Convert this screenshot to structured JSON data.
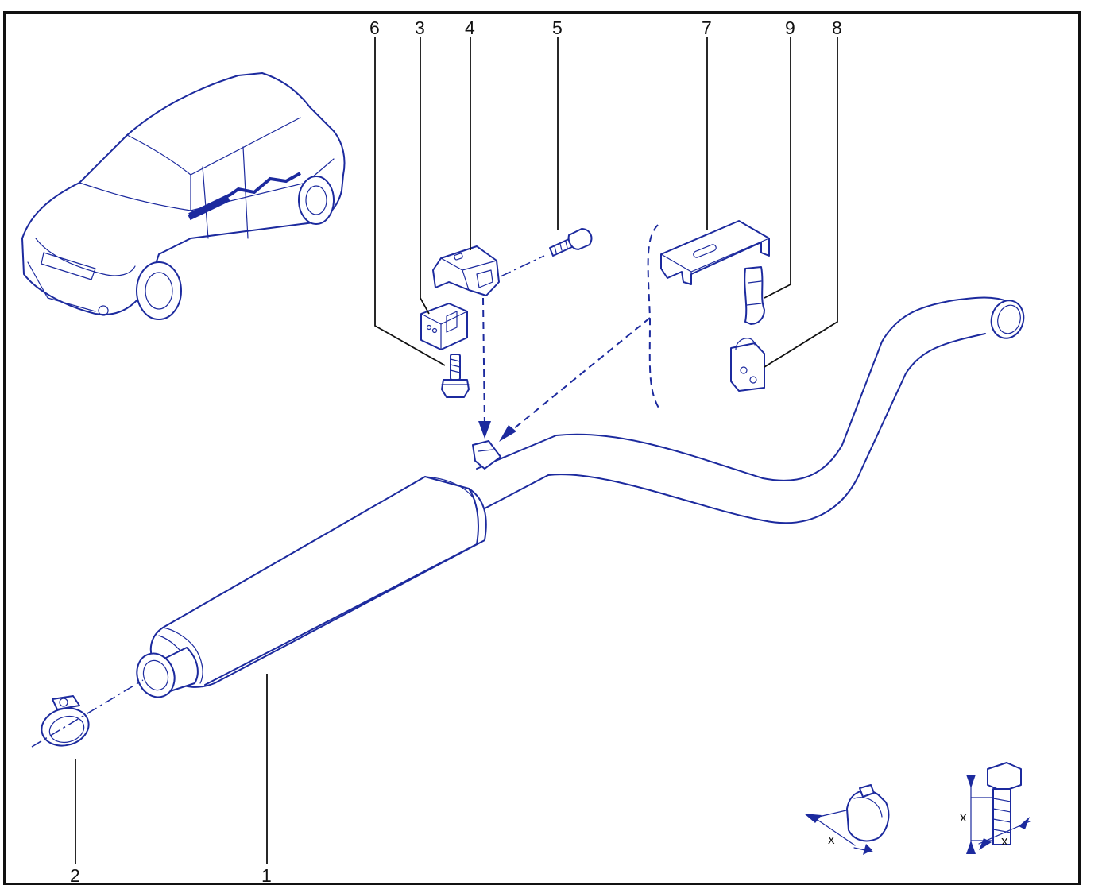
{
  "diagram": {
    "colors": {
      "line": "#1c2a9e",
      "leader": "#111111",
      "background": "#ffffff",
      "frame": "#111111"
    },
    "callouts": [
      {
        "id": "1",
        "label": "1"
      },
      {
        "id": "2",
        "label": "2"
      },
      {
        "id": "3",
        "label": "3"
      },
      {
        "id": "4",
        "label": "4"
      },
      {
        "id": "5",
        "label": "5"
      },
      {
        "id": "6",
        "label": "6"
      },
      {
        "id": "7",
        "label": "7"
      },
      {
        "id": "8",
        "label": "8"
      },
      {
        "id": "9",
        "label": "9"
      }
    ],
    "dimension_labels": {
      "clamp_x": "x",
      "bolt_x_vertical": "x",
      "bolt_x_bottom": "x"
    },
    "icons": [
      "car-outline-icon",
      "muffler-exhaust-icon",
      "clamp-icon",
      "bracket-icon",
      "bolt-icon",
      "rubber-mount-icon",
      "hanger-strap-icon",
      "hanger-plate-icon"
    ]
  }
}
